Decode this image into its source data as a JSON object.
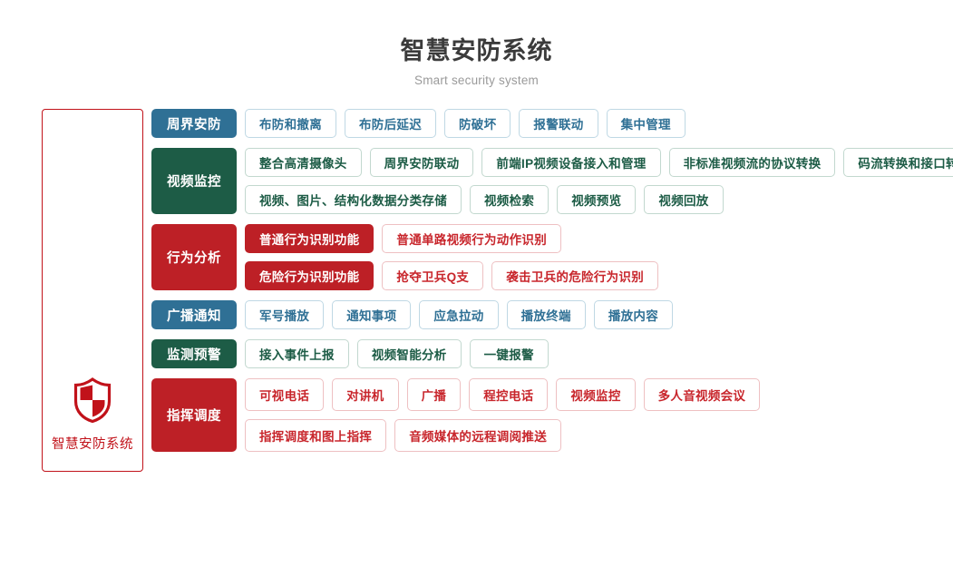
{
  "header": {
    "title": "智慧安防系统",
    "subtitle": "Smart security system"
  },
  "brand": {
    "icon": "shield-icon",
    "label": "智慧安防系统",
    "border_color": "#c1121a",
    "text_color": "#c1121a"
  },
  "colors": {
    "blue": "#2f7095",
    "green": "#1d5c46",
    "red": "#bd2026",
    "title": "#3b3b3b",
    "subtitle": "#9a9a9a"
  },
  "rows": [
    {
      "category": "周界安防",
      "theme": "blue",
      "lines": [
        {
          "tags": [
            {
              "label": "布防和撤离",
              "style": "outline"
            },
            {
              "label": "布防后延迟",
              "style": "outline"
            },
            {
              "label": "防破坏",
              "style": "outline"
            },
            {
              "label": "报警联动",
              "style": "outline"
            },
            {
              "label": "集中管理",
              "style": "outline"
            }
          ]
        }
      ]
    },
    {
      "category": "视频监控",
      "theme": "green",
      "lines": [
        {
          "tags": [
            {
              "label": "整合高清摄像头",
              "style": "outline"
            },
            {
              "label": "周界安防联动",
              "style": "outline"
            },
            {
              "label": "前端IP视频设备接入和管理",
              "style": "outline"
            },
            {
              "label": "非标准视频流的协议转换",
              "style": "outline"
            },
            {
              "label": "码流转换和接口转换",
              "style": "outline"
            }
          ]
        },
        {
          "tags": [
            {
              "label": "视频、图片、结构化数据分类存储",
              "style": "outline"
            },
            {
              "label": "视频检索",
              "style": "outline"
            },
            {
              "label": "视频预览",
              "style": "outline"
            },
            {
              "label": "视频回放",
              "style": "outline"
            }
          ]
        }
      ]
    },
    {
      "category": "行为分析",
      "theme": "red",
      "lines": [
        {
          "tags": [
            {
              "label": "普通行为识别功能",
              "style": "solid"
            },
            {
              "label": "普通单路视频行为动作识别",
              "style": "outline"
            }
          ]
        },
        {
          "tags": [
            {
              "label": "危险行为识别功能",
              "style": "solid"
            },
            {
              "label": "抢夺卫兵Q支",
              "style": "outline"
            },
            {
              "label": "袭击卫兵的危险行为识别",
              "style": "outline"
            }
          ]
        }
      ]
    },
    {
      "category": "广播通知",
      "theme": "blue",
      "lines": [
        {
          "tags": [
            {
              "label": "军号播放",
              "style": "outline"
            },
            {
              "label": "通知事项",
              "style": "outline"
            },
            {
              "label": "应急拉动",
              "style": "outline"
            },
            {
              "label": "播放终端",
              "style": "outline"
            },
            {
              "label": "播放内容",
              "style": "outline"
            }
          ]
        }
      ]
    },
    {
      "category": "监测预警",
      "theme": "green",
      "lines": [
        {
          "tags": [
            {
              "label": "接入事件上报",
              "style": "outline"
            },
            {
              "label": "视频智能分析",
              "style": "outline"
            },
            {
              "label": "一键报警",
              "style": "outline"
            }
          ]
        }
      ]
    },
    {
      "category": "指挥调度",
      "theme": "red",
      "tall": true,
      "lines": [
        {
          "tags": [
            {
              "label": "可视电话",
              "style": "outline"
            },
            {
              "label": "对讲机",
              "style": "outline"
            },
            {
              "label": "广播",
              "style": "outline"
            },
            {
              "label": "程控电话",
              "style": "outline"
            },
            {
              "label": "视频监控",
              "style": "outline"
            },
            {
              "label": "多人音视频会议",
              "style": "outline"
            }
          ]
        },
        {
          "tags": [
            {
              "label": "指挥调度和图上指挥",
              "style": "outline"
            },
            {
              "label": "音频媒体的远程调阅推送",
              "style": "outline"
            }
          ]
        }
      ]
    }
  ]
}
